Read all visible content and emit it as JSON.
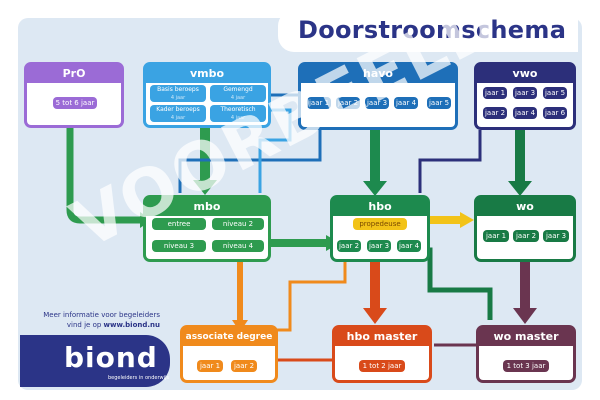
{
  "title": "Doorstroomschema",
  "watermark": "VOORBEELD",
  "info": {
    "line1": "Meer informatie voor begeleiders",
    "line2": "vind je op",
    "link": "www.biond.nu"
  },
  "logo": {
    "word": "biond",
    "tagline": "begeleiders in onderwijs"
  },
  "colors": {
    "pro": "#9b6bd6",
    "vmbo": "#3aa3e3",
    "havo": "#1e6fb8",
    "vwo": "#2c2f7a",
    "mbo": "#2e9b4f",
    "hbo": "#1d8a4e",
    "wo": "#187a45",
    "associate_degree": "#f08a1c",
    "hbo_master": "#d94a1a",
    "wo_master": "#6a3550",
    "brand": "#2b3487"
  },
  "boxes": {
    "pro": {
      "title": "PrO",
      "items": [
        "5 tot 6 jaar"
      ]
    },
    "vmbo": {
      "title": "vmbo",
      "tracks": [
        {
          "name": "Basis beroeps",
          "years": "4 jaar"
        },
        {
          "name": "Gemengd",
          "years": "4 jaar"
        },
        {
          "name": "Kader beroeps",
          "years": "4 jaar"
        },
        {
          "name": "Theoretisch",
          "years": "4 jaar"
        }
      ]
    },
    "havo": {
      "title": "havo",
      "items": [
        "jaar 1",
        "jaar 2",
        "jaar 3",
        "jaar 4",
        "jaar 5"
      ]
    },
    "vwo": {
      "title": "vwo",
      "items": [
        "jaar 1",
        "jaar 3",
        "jaar 5",
        "jaar 2",
        "jaar 4",
        "jaar 6"
      ]
    },
    "mbo": {
      "title": "mbo",
      "items": [
        "entree",
        "niveau 2",
        "niveau 3",
        "niveau 4"
      ]
    },
    "hbo": {
      "title": "hbo",
      "highlight": "propedeuse",
      "items": [
        "jaar 2",
        "jaar 3",
        "jaar 4"
      ]
    },
    "wo": {
      "title": "wo",
      "items": [
        "jaar 1",
        "jaar 2",
        "jaar 3"
      ]
    },
    "associate_degree": {
      "title": "associate degree",
      "items": [
        "jaar 1",
        "jaar 2"
      ]
    },
    "hbo_master": {
      "title": "hbo master",
      "items": [
        "1 tot 2 jaar"
      ]
    },
    "wo_master": {
      "title": "wo master",
      "items": [
        "1 tot 3 jaar"
      ]
    }
  }
}
